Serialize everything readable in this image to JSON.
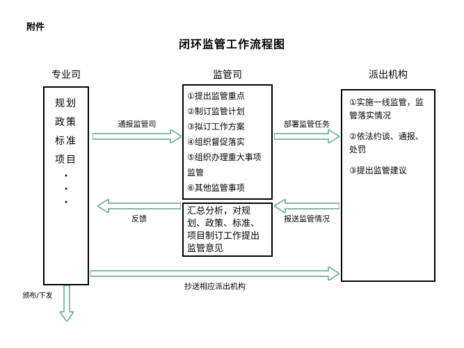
{
  "page": {
    "attachment": "附件",
    "title": "闭环监管工作流程图"
  },
  "headers": {
    "left": "专业司",
    "middle": "监管司",
    "right": "派出机构"
  },
  "left_box": {
    "lines": [
      "规划",
      "政策",
      "标准",
      "项目",
      "·",
      "·",
      "·"
    ]
  },
  "middle_box": {
    "items": [
      "①提出监管重点",
      "②制订监管计划",
      "③拟订工作方案",
      "④组织督促落实",
      "⑤组织办理重大事项监管",
      "⑥其他监管事项"
    ]
  },
  "summary_box": {
    "text": "汇总分析，对规划、政策、标准、项目制订工作提出监管意见"
  },
  "right_box": {
    "items": [
      "①实施一线监管，监管落实情况",
      "②依法约谈、通报、处罚",
      "③提出监管建议"
    ]
  },
  "labels": {
    "notify": "通报监管司",
    "deploy": "部署监管任务",
    "feedback": "反馈",
    "report": "报送监管情况",
    "copy": "抄送相应派出机构",
    "issue": "颁布/下发"
  },
  "colors": {
    "arrow_stroke": "#6fb096",
    "arrow_fill": "#ffffff",
    "box_border": "#000000"
  }
}
